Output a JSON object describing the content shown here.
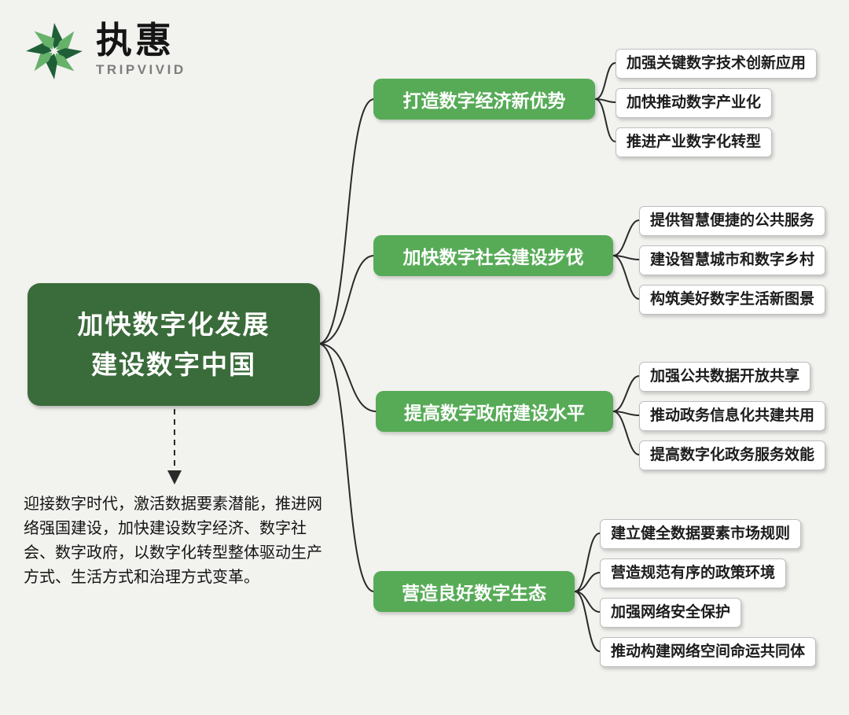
{
  "logo": {
    "name": "执惠",
    "subtitle": "TRIPVIVID"
  },
  "root": {
    "title_line1": "加快数字化发展",
    "title_line2": "建设数字中国"
  },
  "description": "迎接数字时代，激活数据要素潜能，推进网络强国建设，加快建设数字经济、数字社会、数字政府，以数字化转型整体驱动生产方式、生活方式和治理方式变革。",
  "branches": [
    {
      "label": "打造数字经济新优势",
      "children": [
        "加强关键数字技术创新应用",
        "加快推动数字产业化",
        "推进产业数字化转型"
      ]
    },
    {
      "label": "加快数字社会建设步伐",
      "children": [
        "提供智慧便捷的公共服务",
        "建设智慧城市和数字乡村",
        "构筑美好数字生活新图景"
      ]
    },
    {
      "label": "提高数字政府建设水平",
      "children": [
        "加强公共数据开放共享",
        "推动政务信息化共建共用",
        "提高数字化政务服务效能"
      ]
    },
    {
      "label": "营造良好数字生态",
      "children": [
        "建立健全数据要素市场规则",
        "营造规范有序的政策环境",
        "加强网络安全保护",
        "推动构建网络空间命运共同体"
      ]
    }
  ],
  "colors": {
    "root_bg": "#3a6b3a",
    "branch_bg": "#57ab57",
    "background": "#f2f2ef",
    "line": "#2a2a2a"
  }
}
